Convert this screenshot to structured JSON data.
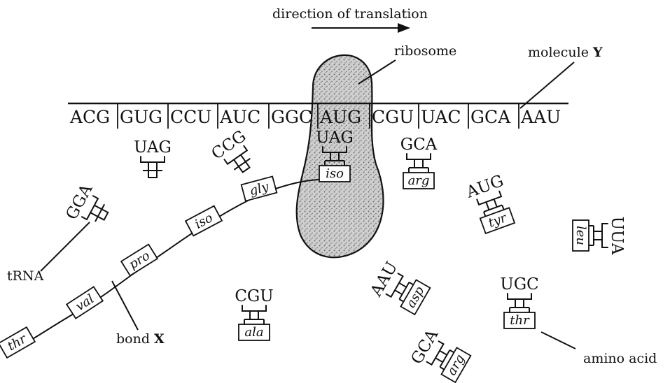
{
  "labels": {
    "direction": "direction of translation",
    "ribosome": "ribosome",
    "molecule_prefix": "molecule ",
    "molecule_letter": "Y",
    "trna": "tRNA",
    "bond_prefix": "bond ",
    "bond_letter": "X",
    "amino_acid": "amino acid"
  },
  "mrna_codons": [
    "ACG",
    "GUG",
    "CCU",
    "AUC",
    "GGC",
    "AUG",
    "CGU",
    "UAC",
    "GCA",
    "AAU"
  ],
  "chain_amino_acids": [
    "thr",
    "val",
    "pro",
    "iso",
    "gly",
    "iso"
  ],
  "free_trnas": [
    {
      "id": "uag",
      "anticodon": "UAG",
      "amino": ""
    },
    {
      "id": "ccg",
      "anticodon": "CCG",
      "amino": ""
    },
    {
      "id": "gga",
      "anticodon": "GGA",
      "amino": ""
    },
    {
      "id": "gca-arg",
      "anticodon": "GCA",
      "amino": "arg"
    },
    {
      "id": "aug-tyr",
      "anticodon": "AUG",
      "amino": "tyr"
    },
    {
      "id": "uua-leu",
      "anticodon": "UUA",
      "amino": "leu"
    },
    {
      "id": "aau-asp",
      "anticodon": "AAU",
      "amino": "asp"
    },
    {
      "id": "cgu-ala",
      "anticodon": "CGU",
      "amino": "ala"
    },
    {
      "id": "ugc-thr",
      "anticodon": "UGC",
      "amino": "thr"
    },
    {
      "id": "gca-arg-bottom",
      "anticodon": "GCA",
      "amino": "arg"
    }
  ],
  "bound_trna": {
    "anticodon": "UAG",
    "amino": "iso"
  }
}
